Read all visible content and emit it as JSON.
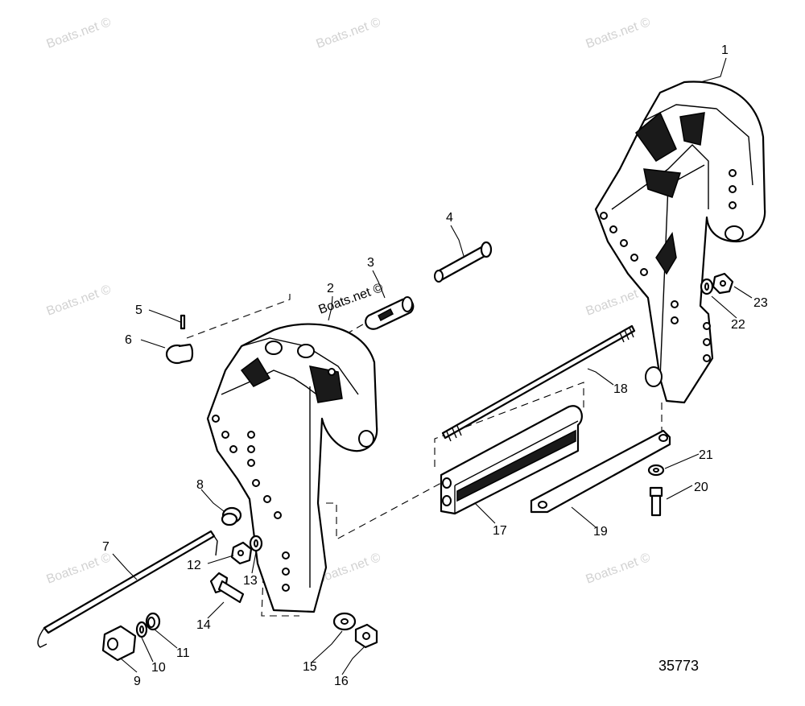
{
  "diagram": {
    "reference_number": "35773",
    "watermark": "Boats.net ©",
    "callouts": [
      {
        "id": "1",
        "label": "1"
      },
      {
        "id": "2",
        "label": "2"
      },
      {
        "id": "3",
        "label": "3"
      },
      {
        "id": "4",
        "label": "4"
      },
      {
        "id": "5",
        "label": "5"
      },
      {
        "id": "6",
        "label": "6"
      },
      {
        "id": "7",
        "label": "7"
      },
      {
        "id": "8",
        "label": "8"
      },
      {
        "id": "9",
        "label": "9"
      },
      {
        "id": "10",
        "label": "10"
      },
      {
        "id": "11",
        "label": "11"
      },
      {
        "id": "12",
        "label": "12"
      },
      {
        "id": "13",
        "label": "13"
      },
      {
        "id": "14",
        "label": "14"
      },
      {
        "id": "15",
        "label": "15"
      },
      {
        "id": "16",
        "label": "16"
      },
      {
        "id": "17",
        "label": "17"
      },
      {
        "id": "18",
        "label": "18"
      },
      {
        "id": "19",
        "label": "19"
      },
      {
        "id": "20",
        "label": "20"
      },
      {
        "id": "21",
        "label": "21"
      },
      {
        "id": "22",
        "label": "22"
      },
      {
        "id": "23",
        "label": "23"
      }
    ]
  }
}
